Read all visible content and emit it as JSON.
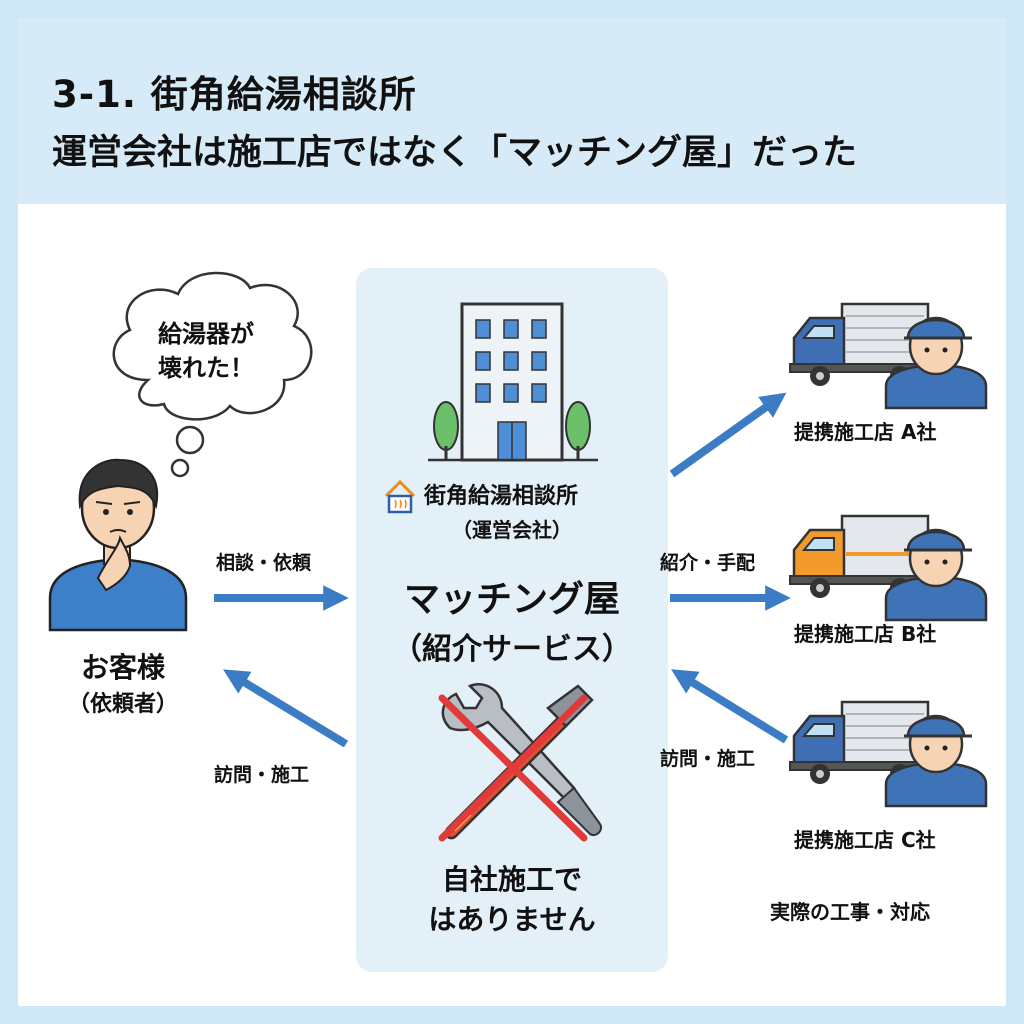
{
  "header": {
    "title": "3-1. 街角給湯相談所",
    "subtitle": "運営会社は施工店ではなく「マッチング屋」だった"
  },
  "customer": {
    "thought": "給湯器が",
    "thought2": "壊れた！",
    "name": "お客様",
    "role": "（依頼者）"
  },
  "left_flows": {
    "request": "相談・依頼",
    "visit": "訪問・施工"
  },
  "center": {
    "company_name": "街角給湯相談所",
    "company_role": "（運営会社）",
    "type": "マッチング屋",
    "type_desc": "（紹介サービス）",
    "no_construction_1": "自社施工で",
    "no_construction_2": "はありません"
  },
  "right_flows": {
    "refer": "紹介・手配",
    "visit": "訪問・施工"
  },
  "partners": [
    {
      "name": "提携施工店 A社",
      "truck_color": "#3f6eb5"
    },
    {
      "name": "提携施工店 B社",
      "truck_color": "#f39a2c"
    },
    {
      "name": "提携施工店 C社",
      "truck_color": "#3f6eb5"
    }
  ],
  "footer_note": "実際の工事・対応",
  "colors": {
    "accent_blue": "#3b7cc4",
    "header_bg": "#d6ebf7",
    "cross_red": "#e03a3a"
  }
}
